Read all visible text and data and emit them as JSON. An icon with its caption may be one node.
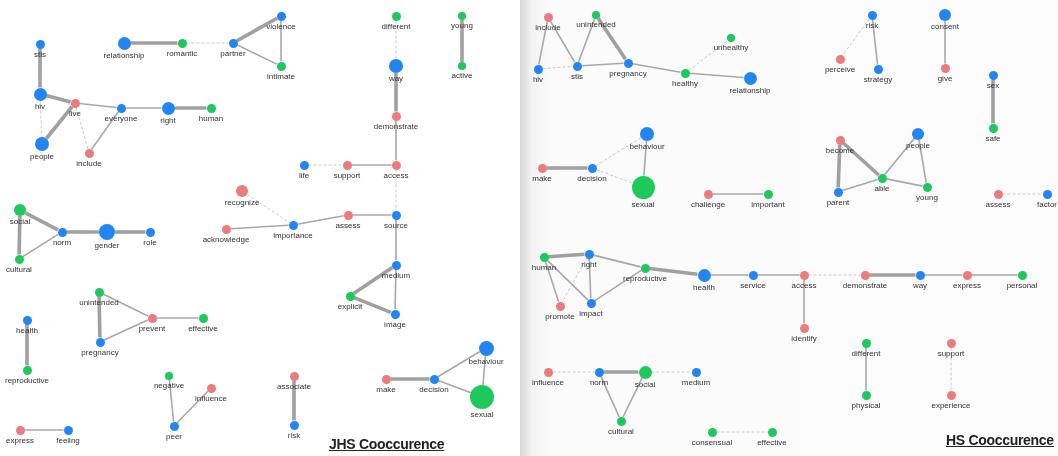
{
  "diagram": {
    "nodes": [
      {
        "text": [
          "stis"
        ]
      },
      {
        "text": [
          "hiv"
        ]
      },
      {
        "text": [
          "live"
        ]
      },
      {
        "text": [
          "people"
        ]
      },
      {
        "text": [
          "include"
        ]
      },
      {
        "text": [
          "everyone"
        ]
      },
      {
        "text": [
          "right"
        ]
      },
      {
        "text": [
          "human"
        ]
      },
      {
        "text": [
          "relationship"
        ]
      },
      {
        "text": [
          "romantic"
        ]
      },
      {
        "text": [
          "partner"
        ]
      },
      {
        "text": [
          "violence"
        ]
      },
      {
        "text": [
          "intimate"
        ]
      },
      {
        "text": [
          "different"
        ]
      },
      {
        "text": [
          "way"
        ]
      },
      {
        "text": [
          "demonstrate"
        ]
      },
      {
        "text": [
          "young"
        ]
      },
      {
        "text": [
          "active"
        ]
      },
      {
        "text": [
          "life"
        ]
      },
      {
        "text": [
          "support"
        ]
      },
      {
        "text": [
          "access"
        ]
      },
      {
        "text": [
          "recognize"
        ]
      },
      {
        "text": [
          "acknowledge"
        ]
      },
      {
        "text": [
          "importance"
        ]
      },
      {
        "text": [
          "assess"
        ]
      },
      {
        "text": [
          "source"
        ]
      },
      {
        "text": [
          "medium"
        ]
      },
      {
        "text": [
          "explicit"
        ]
      },
      {
        "text": [
          "image"
        ]
      },
      {
        "text": [
          "social"
        ]
      },
      {
        "text": [
          "norm"
        ]
      },
      {
        "text": [
          "gender"
        ]
      },
      {
        "text": [
          "role"
        ]
      },
      {
        "text": [
          "cultural"
        ]
      },
      {
        "text": [
          "unintended"
        ]
      },
      {
        "text": [
          "prevent"
        ]
      },
      {
        "text": [
          "effective"
        ]
      },
      {
        "text": [
          "pregnancy"
        ]
      },
      {
        "text": [
          "health"
        ]
      },
      {
        "text": [
          "reproductive"
        ]
      },
      {
        "text": [
          "negative"
        ]
      },
      {
        "text": [
          "influence"
        ]
      },
      {
        "text": [
          "peer"
        ]
      },
      {
        "text": [
          "associate"
        ]
      },
      {
        "text": [
          "risk"
        ]
      },
      {
        "text": [
          "express"
        ]
      },
      {
        "text": [
          "feeling"
        ]
      },
      {
        "text": [
          "make"
        ]
      },
      {
        "text": [
          "decision"
        ]
      },
      {
        "text": [
          "behaviour"
        ]
      },
      {
        "text": [
          "sexual"
        ]
      },
      {
        "text": [
          "include"
        ]
      },
      {
        "text": [
          "unintended"
        ]
      },
      {
        "text": [
          "hiv"
        ]
      },
      {
        "text": [
          "stis"
        ]
      },
      {
        "text": [
          "pregnancy"
        ]
      },
      {
        "text": [
          "unhealthy"
        ]
      },
      {
        "text": [
          "healthy"
        ]
      },
      {
        "text": [
          "relationship"
        ]
      },
      {
        "text": [
          "risk"
        ]
      },
      {
        "text": [
          "perceive"
        ]
      },
      {
        "text": [
          "strategy"
        ]
      },
      {
        "text": [
          "consent"
        ]
      },
      {
        "text": [
          "give"
        ]
      },
      {
        "text": [
          "sex"
        ]
      },
      {
        "text": [
          "safe"
        ]
      },
      {
        "text": [
          "behaviour"
        ]
      },
      {
        "text": [
          "make"
        ]
      },
      {
        "text": [
          "decision"
        ]
      },
      {
        "text": [
          "sexual"
        ]
      },
      {
        "text": [
          "challenge"
        ]
      },
      {
        "text": [
          "important"
        ]
      },
      {
        "text": [
          "become"
        ]
      },
      {
        "text": [
          "people"
        ]
      },
      {
        "text": [
          "able"
        ]
      },
      {
        "text": [
          "young"
        ]
      },
      {
        "text": [
          "parent"
        ]
      },
      {
        "text": [
          "assess"
        ]
      },
      {
        "text": [
          "factor"
        ]
      },
      {
        "text": [
          "human"
        ]
      },
      {
        "text": [
          "right"
        ]
      },
      {
        "text": [
          "reproductive"
        ]
      },
      {
        "text": [
          "promote"
        ]
      },
      {
        "text": [
          "impact"
        ]
      },
      {
        "text": [
          "health"
        ]
      },
      {
        "text": [
          "service"
        ]
      },
      {
        "text": [
          "access"
        ]
      },
      {
        "text": [
          "demonstrate"
        ]
      },
      {
        "text": [
          "way"
        ]
      },
      {
        "text": [
          "express"
        ]
      },
      {
        "text": [
          "personal"
        ]
      },
      {
        "text": [
          "identify"
        ]
      },
      {
        "text": [
          "influence"
        ]
      },
      {
        "text": [
          "norm"
        ]
      },
      {
        "text": [
          "social"
        ]
      },
      {
        "text": [
          "medium"
        ]
      },
      {
        "text": [
          "cultural"
        ]
      },
      {
        "text": [
          "consensual"
        ]
      },
      {
        "text": [
          "effective"
        ]
      },
      {
        "text": [
          "different"
        ]
      },
      {
        "text": [
          "physical"
        ]
      },
      {
        "text": [
          "support"
        ]
      },
      {
        "text": [
          "experience"
        ]
      }
    ],
    "edges": [
      {
        "from": 0,
        "to": 1,
        "arrow": "none",
        "style": "thick"
      },
      {
        "from": 1,
        "to": 2,
        "arrow": "none",
        "style": "thick"
      },
      {
        "from": 1,
        "to": 3,
        "arrow": "none",
        "style": "dashed"
      },
      {
        "from": 2,
        "to": 3,
        "arrow": "none",
        "style": "thick"
      },
      {
        "from": 2,
        "to": 4,
        "arrow": "none",
        "style": "dashed"
      },
      {
        "from": 2,
        "to": 5,
        "arrow": "none"
      },
      {
        "from": 5,
        "to": 4,
        "arrow": "none"
      },
      {
        "from": 5,
        "to": 6,
        "arrow": "none"
      },
      {
        "from": 6,
        "to": 7,
        "arrow": "none",
        "style": "thick"
      },
      {
        "from": 8,
        "to": 9,
        "arrow": "none",
        "style": "thick"
      },
      {
        "from": 9,
        "to": 10,
        "arrow": "none",
        "style": "dashed"
      },
      {
        "from": 10,
        "to": 11,
        "arrow": "none",
        "style": "thick"
      },
      {
        "from": 10,
        "to": 12,
        "arrow": "none"
      },
      {
        "from": 11,
        "to": 12,
        "arrow": "none"
      },
      {
        "from": 13,
        "to": 14,
        "arrow": "none",
        "style": "dashed"
      },
      {
        "from": 14,
        "to": 15,
        "arrow": "none",
        "style": "thick"
      },
      {
        "from": 16,
        "to": 17,
        "arrow": "none",
        "style": "thick"
      },
      {
        "from": 15,
        "to": 20,
        "arrow": "none"
      },
      {
        "from": 18,
        "to": 19,
        "arrow": "none",
        "style": "dashed"
      },
      {
        "from": 19,
        "to": 20,
        "arrow": "none"
      },
      {
        "from": 20,
        "to": 25,
        "arrow": "none",
        "style": "dashed"
      },
      {
        "from": 21,
        "to": 23,
        "arrow": "none",
        "style": "dashed"
      },
      {
        "from": 22,
        "to": 23,
        "arrow": "none"
      },
      {
        "from": 23,
        "to": 24,
        "arrow": "none"
      },
      {
        "from": 24,
        "to": 25,
        "arrow": "none"
      },
      {
        "from": 25,
        "to": 26,
        "arrow": "none"
      },
      {
        "from": 26,
        "to": 27,
        "arrow": "none",
        "style": "thick"
      },
      {
        "from": 26,
        "to": 28,
        "arrow": "none"
      },
      {
        "from": 27,
        "to": 28,
        "arrow": "none",
        "style": "thick"
      },
      {
        "from": 29,
        "to": 30,
        "arrow": "none",
        "style": "thick"
      },
      {
        "from": 29,
        "to": 33,
        "arrow": "none",
        "style": "thick"
      },
      {
        "from": 33,
        "to": 30,
        "arrow": "none"
      },
      {
        "from": 30,
        "to": 31,
        "arrow": "none",
        "style": "thick"
      },
      {
        "from": 31,
        "to": 32,
        "arrow": "none",
        "style": "thick"
      },
      {
        "from": 34,
        "to": 35,
        "arrow": "none"
      },
      {
        "from": 34,
        "to": 37,
        "arrow": "none",
        "style": "thick"
      },
      {
        "from": 37,
        "to": 35,
        "arrow": "none"
      },
      {
        "from": 35,
        "to": 36,
        "arrow": "none"
      },
      {
        "from": 38,
        "to": 39,
        "arrow": "none",
        "style": "thick"
      },
      {
        "from": 40,
        "to": 42,
        "arrow": "none"
      },
      {
        "from": 41,
        "to": 42,
        "arrow": "none"
      },
      {
        "from": 43,
        "to": 44,
        "arrow": "none",
        "style": "thick"
      },
      {
        "from": 45,
        "to": 46,
        "arrow": "none"
      },
      {
        "from": 47,
        "to": 48,
        "arrow": "none",
        "style": "thick"
      },
      {
        "from": 48,
        "to": 49,
        "arrow": "none"
      },
      {
        "from": 48,
        "to": 50,
        "arrow": "none"
      },
      {
        "from": 49,
        "to": 50,
        "arrow": "none"
      },
      {
        "from": 51,
        "to": 53,
        "arrow": "none"
      },
      {
        "from": 51,
        "to": 54,
        "arrow": "none"
      },
      {
        "from": 53,
        "to": 54,
        "arrow": "none",
        "style": "dashed"
      },
      {
        "from": 54,
        "to": 52,
        "arrow": "none"
      },
      {
        "from": 52,
        "to": 55,
        "arrow": "none",
        "style": "thick"
      },
      {
        "from": 54,
        "to": 55,
        "arrow": "none"
      },
      {
        "from": 55,
        "to": 57,
        "arrow": "none"
      },
      {
        "from": 57,
        "to": 56,
        "arrow": "none",
        "style": "dashed"
      },
      {
        "from": 57,
        "to": 58,
        "arrow": "none"
      },
      {
        "from": 59,
        "to": 60,
        "arrow": "none",
        "style": "dashed"
      },
      {
        "from": 59,
        "to": 61,
        "arrow": "none"
      },
      {
        "from": 62,
        "to": 63,
        "arrow": "none"
      },
      {
        "from": 64,
        "to": 65,
        "arrow": "none",
        "style": "thick"
      },
      {
        "from": 66,
        "to": 68,
        "arrow": "none",
        "style": "dashed"
      },
      {
        "from": 66,
        "to": 69,
        "arrow": "none"
      },
      {
        "from": 67,
        "to": 68,
        "arrow": "none",
        "style": "thick"
      },
      {
        "from": 68,
        "to": 69,
        "arrow": "none",
        "style": "dashed"
      },
      {
        "from": 70,
        "to": 71,
        "arrow": "none"
      },
      {
        "from": 72,
        "to": 76,
        "arrow": "none",
        "style": "thick"
      },
      {
        "from": 72,
        "to": 74,
        "arrow": "none",
        "style": "thick"
      },
      {
        "from": 73,
        "to": 74,
        "arrow": "none"
      },
      {
        "from": 73,
        "to": 75,
        "arrow": "none"
      },
      {
        "from": 74,
        "to": 76,
        "arrow": "none"
      },
      {
        "from": 74,
        "to": 75,
        "arrow": "none"
      },
      {
        "from": 77,
        "to": 78,
        "arrow": "none",
        "style": "dashed"
      },
      {
        "from": 79,
        "to": 80,
        "arrow": "none",
        "style": "thick"
      },
      {
        "from": 79,
        "to": 82,
        "arrow": "none"
      },
      {
        "from": 79,
        "to": 83,
        "arrow": "none"
      },
      {
        "from": 80,
        "to": 82,
        "arrow": "none",
        "style": "dashed"
      },
      {
        "from": 80,
        "to": 83,
        "arrow": "none"
      },
      {
        "from": 80,
        "to": 81,
        "arrow": "none"
      },
      {
        "from": 83,
        "to": 81,
        "arrow": "none"
      },
      {
        "from": 81,
        "to": 84,
        "arrow": "none",
        "style": "thick"
      },
      {
        "from": 84,
        "to": 85,
        "arrow": "none"
      },
      {
        "from": 85,
        "to": 86,
        "arrow": "none"
      },
      {
        "from": 86,
        "to": 87,
        "arrow": "none",
        "style": "dashed"
      },
      {
        "from": 87,
        "to": 88,
        "arrow": "none",
        "style": "thick"
      },
      {
        "from": 88,
        "to": 89,
        "arrow": "none"
      },
      {
        "from": 89,
        "to": 90,
        "arrow": "none"
      },
      {
        "from": 86,
        "to": 91,
        "arrow": "none"
      },
      {
        "from": 92,
        "to": 93,
        "arrow": "none",
        "style": "dashed"
      },
      {
        "from": 93,
        "to": 94,
        "arrow": "none",
        "style": "thick"
      },
      {
        "from": 94,
        "to": 95,
        "arrow": "none",
        "style": "dashed"
      },
      {
        "from": 93,
        "to": 96,
        "arrow": "none"
      },
      {
        "from": 94,
        "to": 96,
        "arrow": "none"
      },
      {
        "from": 97,
        "to": 98,
        "arrow": "none",
        "style": "dashed"
      },
      {
        "from": 99,
        "to": 100,
        "arrow": "none"
      },
      {
        "from": 101,
        "to": 102,
        "arrow": "none",
        "style": "dashed"
      }
    ],
    "labels": [
      "JHS Cooccurence",
      "HS Cooccurence"
    ]
  }
}
